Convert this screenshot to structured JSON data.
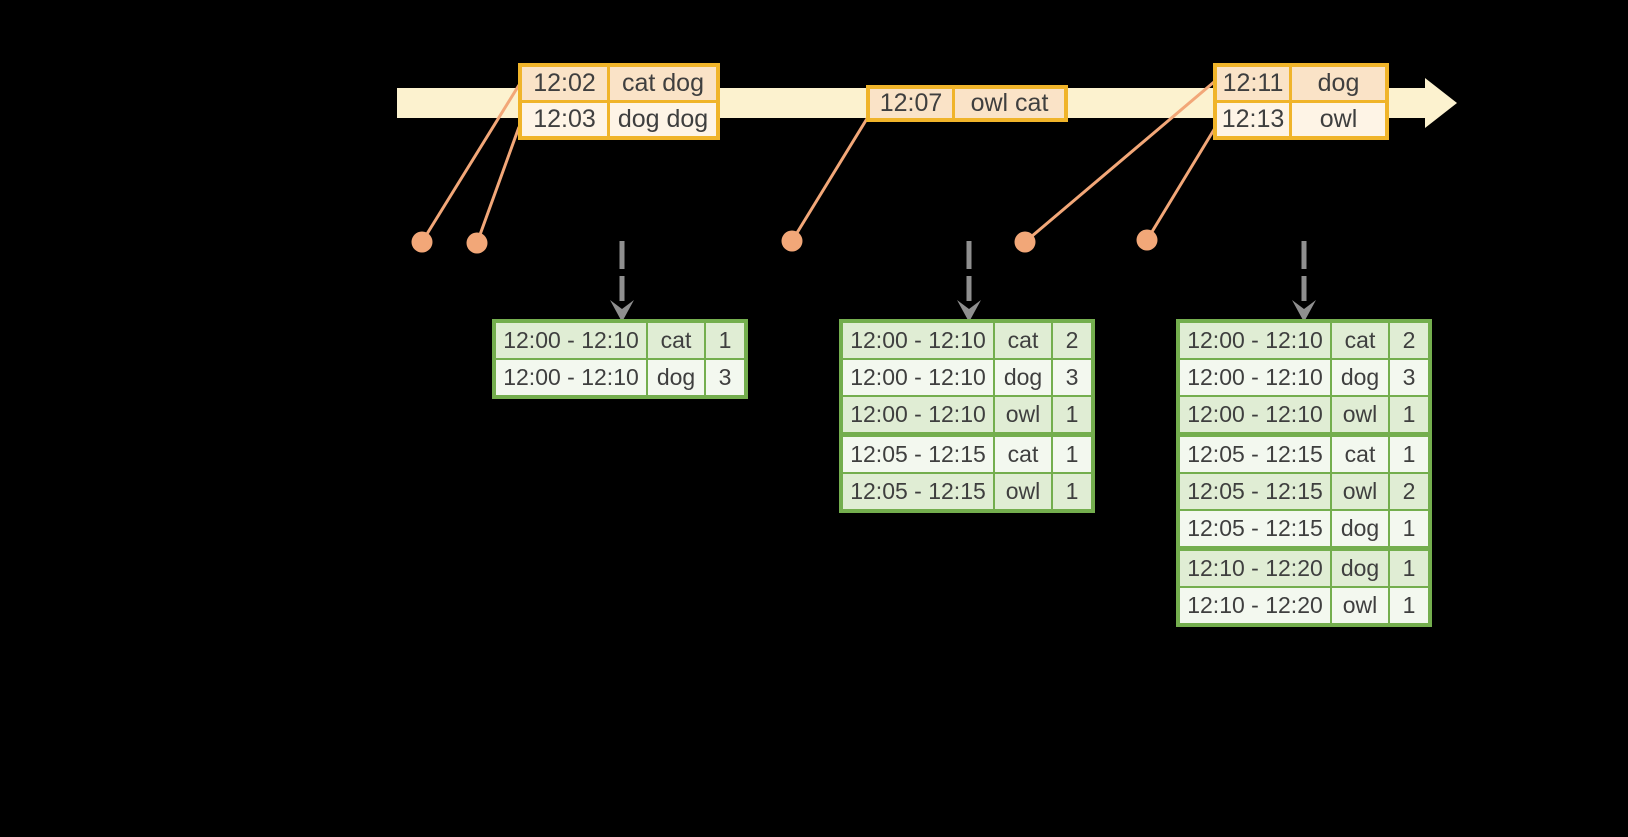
{
  "colors": {
    "background": "#000000",
    "timeline_fill": "#FCF2CF",
    "event_border": "#F0B42A",
    "event_row_dark": "#FAE3C7",
    "event_row_light": "#FEF4E6",
    "connector": "#F2A778",
    "result_border": "#74AE4E",
    "result_row_dark": "#E0EDD4",
    "result_row_light": "#F3F8EF",
    "trigger_arrow": "#8F8F8F",
    "text": "#3F3F3F"
  },
  "timeline": {
    "events": [
      {
        "rows": [
          {
            "time": "12:02",
            "words": "cat dog"
          },
          {
            "time": "12:03",
            "words": "dog dog"
          }
        ]
      },
      {
        "rows": [
          {
            "time": "12:07",
            "words": "owl cat"
          }
        ]
      },
      {
        "rows": [
          {
            "time": "12:11",
            "words": "dog"
          },
          {
            "time": "12:13",
            "words": "owl"
          }
        ]
      }
    ]
  },
  "result_tables": [
    {
      "rows": [
        {
          "window": "12:00 - 12:10",
          "word": "cat",
          "count": "1"
        },
        {
          "window": "12:00 - 12:10",
          "word": "dog",
          "count": "3"
        }
      ]
    },
    {
      "rows": [
        {
          "window": "12:00 - 12:10",
          "word": "cat",
          "count": "2"
        },
        {
          "window": "12:00 - 12:10",
          "word": "dog",
          "count": "3"
        },
        {
          "window": "12:00 - 12:10",
          "word": "owl",
          "count": "1"
        },
        {
          "window": "12:05 - 12:15",
          "word": "cat",
          "count": "1"
        },
        {
          "window": "12:05 - 12:15",
          "word": "owl",
          "count": "1"
        }
      ]
    },
    {
      "rows": [
        {
          "window": "12:00 - 12:10",
          "word": "cat",
          "count": "2"
        },
        {
          "window": "12:00 - 12:10",
          "word": "dog",
          "count": "3"
        },
        {
          "window": "12:00 - 12:10",
          "word": "owl",
          "count": "1"
        },
        {
          "window": "12:05 - 12:15",
          "word": "cat",
          "count": "1"
        },
        {
          "window": "12:05 - 12:15",
          "word": "owl",
          "count": "2"
        },
        {
          "window": "12:05 - 12:15",
          "word": "dog",
          "count": "1"
        },
        {
          "window": "12:10 - 12:20",
          "word": "dog",
          "count": "1"
        },
        {
          "window": "12:10 - 12:20",
          "word": "owl",
          "count": "1"
        }
      ]
    }
  ]
}
